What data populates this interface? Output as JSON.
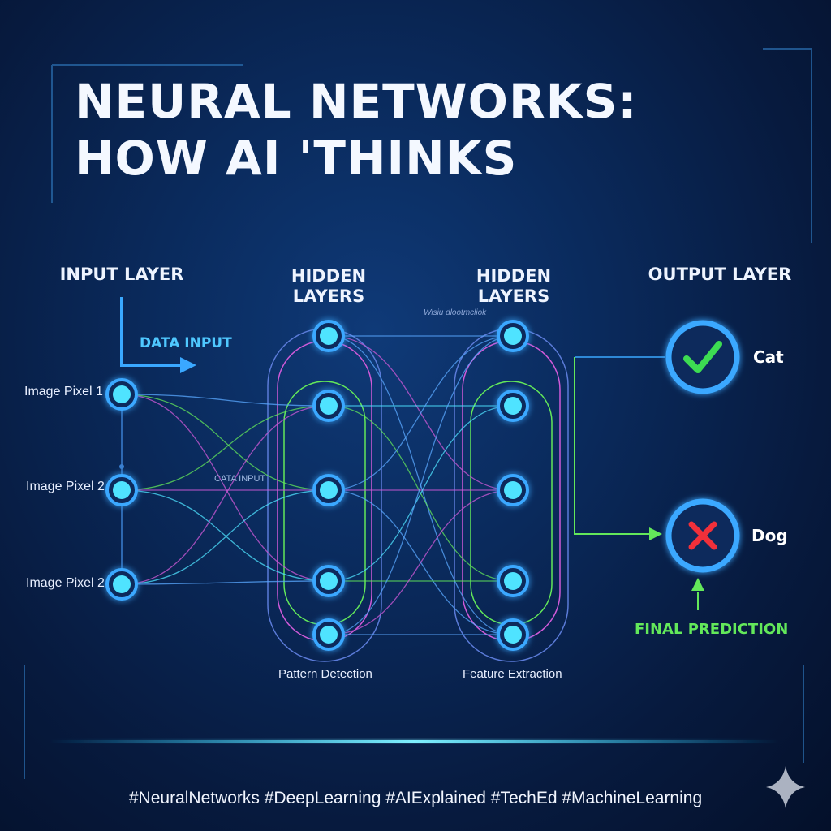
{
  "title": {
    "line1": "NEURAL NETWORKS:",
    "line2": "HOW AI 'THINKS"
  },
  "columns": {
    "input": "INPUT LAYER",
    "hidden1": {
      "line1": "HIDDEN",
      "line2": "LAYERS"
    },
    "hidden2": {
      "line1": "HIDDEN",
      "line2": "LAYERS"
    },
    "output": "OUTPUT LAYER"
  },
  "annotations": {
    "data_input": "DATA INPUT",
    "data_input_small": "CATA INPUT",
    "garbled": "Wisiu dlootmcliok",
    "final_prediction": "FINAL PREDICTION"
  },
  "inputs": [
    "Image Pixel 1",
    "Image Pixel 2",
    "Image Pixel 2"
  ],
  "hidden_captions": {
    "hidden1": "Pattern Detection",
    "hidden2": "Feature Extraction"
  },
  "outputs": [
    {
      "label": "Cat",
      "icon": "checkmark-icon",
      "color": "#3ddc52"
    },
    {
      "label": "Dog",
      "icon": "cross-icon",
      "color": "#f0303a"
    }
  ],
  "hashtags": "#NeuralNetworks #DeepLearning #AIExplained #TechEd #MachineLearning",
  "colors": {
    "node": "#4fe3ff",
    "ring": "#3aa8ff",
    "green": "#63e85a",
    "pink": "#d05ad8",
    "bg": "#0a2a5c"
  }
}
